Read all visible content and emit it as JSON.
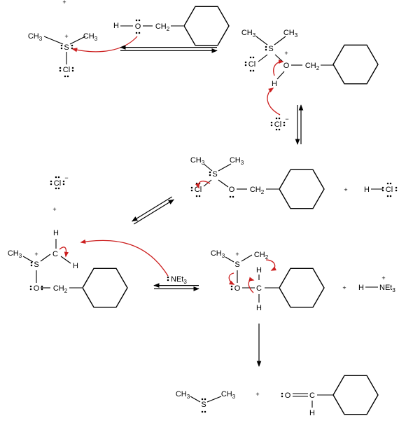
{
  "colors": {
    "ink": "#000000",
    "curly_arrow": "#cc1f1f",
    "background": "#ffffff"
  },
  "labels": {
    "ch3": "CH3",
    "s": "S",
    "cl": "Cl",
    "h": "H",
    "o": "O",
    "c": "C",
    "ch2": "CH2",
    "net3": "NEt3",
    "plus": "+",
    "minus": "−"
  },
  "icons": {
    "cyclohexane": "cyclohexane-ring",
    "equilibrium": "equilibrium-arrow",
    "reaction": "reaction-arrow",
    "curly": "curly-arrow"
  }
}
